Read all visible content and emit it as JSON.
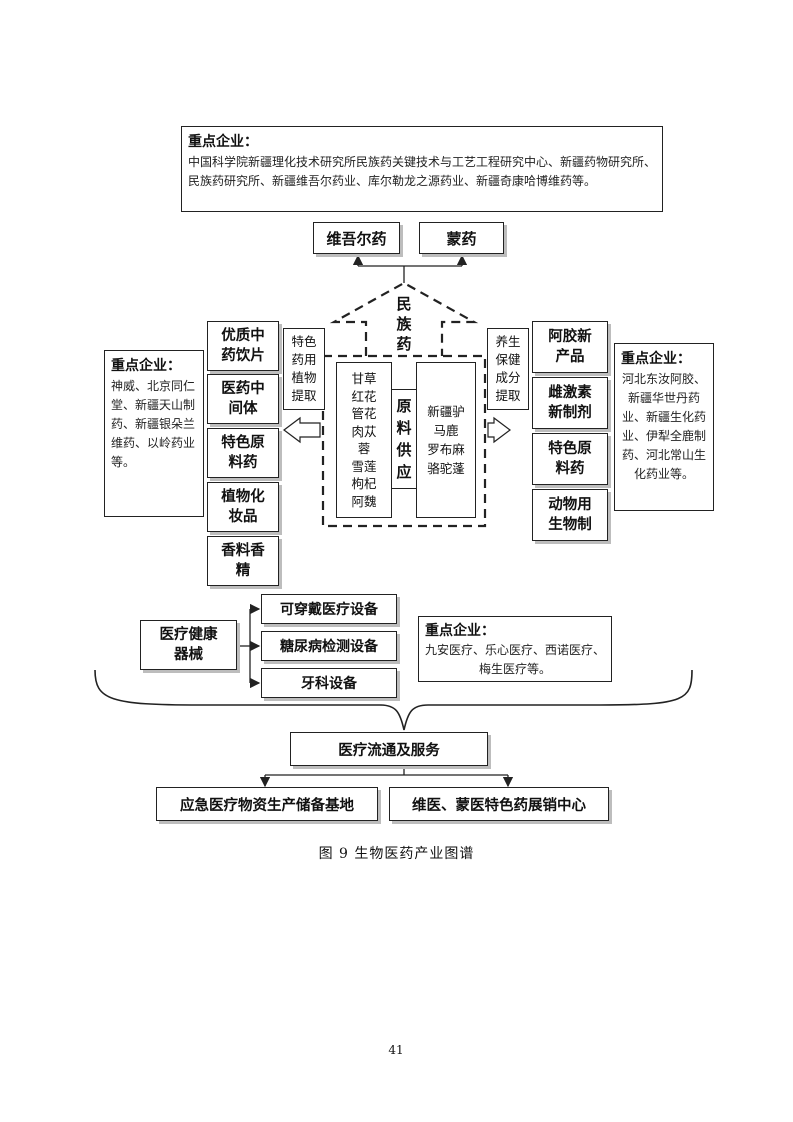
{
  "top_enterprises": {
    "title": "重点企业：",
    "body": "中国科学院新疆理化技术研究所民族药关键技术与工艺工程研究中心、新疆药物研究所、民族药研究所、新疆维吾尔药业、库尔勒龙之源药业、新疆奇康哈博维药等。"
  },
  "ethnic_medicine": {
    "uyghur": "维吾尔药",
    "mongolian": "蒙药",
    "label": [
      "民",
      "族",
      "药"
    ]
  },
  "left_products": [
    [
      "优质中",
      "药饮片"
    ],
    [
      "医药中",
      "间体"
    ],
    [
      "特色原",
      "料药"
    ],
    [
      "植物化",
      "妆品"
    ],
    [
      "香料香",
      "精"
    ]
  ],
  "left_extraction": [
    "特色",
    "药用",
    "植物",
    "提取"
  ],
  "left_enterprises": {
    "title": "重点企业：",
    "body": "神威、北京同仁堂、新疆天山制药、新疆银朵兰维药、以岭药业等。"
  },
  "raw_supply": {
    "label": [
      "原",
      "料",
      "供",
      "应"
    ],
    "plants": [
      "甘草",
      "红花",
      "管花",
      "肉苁",
      "蓉",
      "雪莲",
      "枸杞",
      "阿魏"
    ],
    "animals": [
      "新疆驴",
      "马鹿",
      "罗布麻",
      "骆驼蓬"
    ]
  },
  "right_extraction": [
    "养生",
    "保健",
    "成分",
    "提取"
  ],
  "right_products": [
    [
      "阿胶新",
      "产品"
    ],
    [
      "雌激素",
      "新制剂"
    ],
    [
      "特色原",
      "料药"
    ],
    [
      "动物用",
      "生物制"
    ]
  ],
  "right_enterprises": {
    "title": "重点企业：",
    "body": "河北东汝阿胶、新疆华世丹药业、新疆生化药业、伊犁全鹿制药、河北常山生化药业等。"
  },
  "devices": {
    "main": [
      "医疗健康",
      "器械"
    ],
    "items": [
      "可穿戴医疗设备",
      "糖尿病检测设备",
      "牙科设备"
    ],
    "enterprises_title": "重点企业：",
    "enterprises_body": "九安医疗、乐心医疗、西诺医疗、梅生医疗等。"
  },
  "circulation": {
    "main": "医疗流通及服务",
    "left": "应急医疗物资生产储备基地",
    "right": "维医、蒙医特色药展销中心"
  },
  "caption": "图 9 生物医药产业图谱",
  "page_number": "41"
}
